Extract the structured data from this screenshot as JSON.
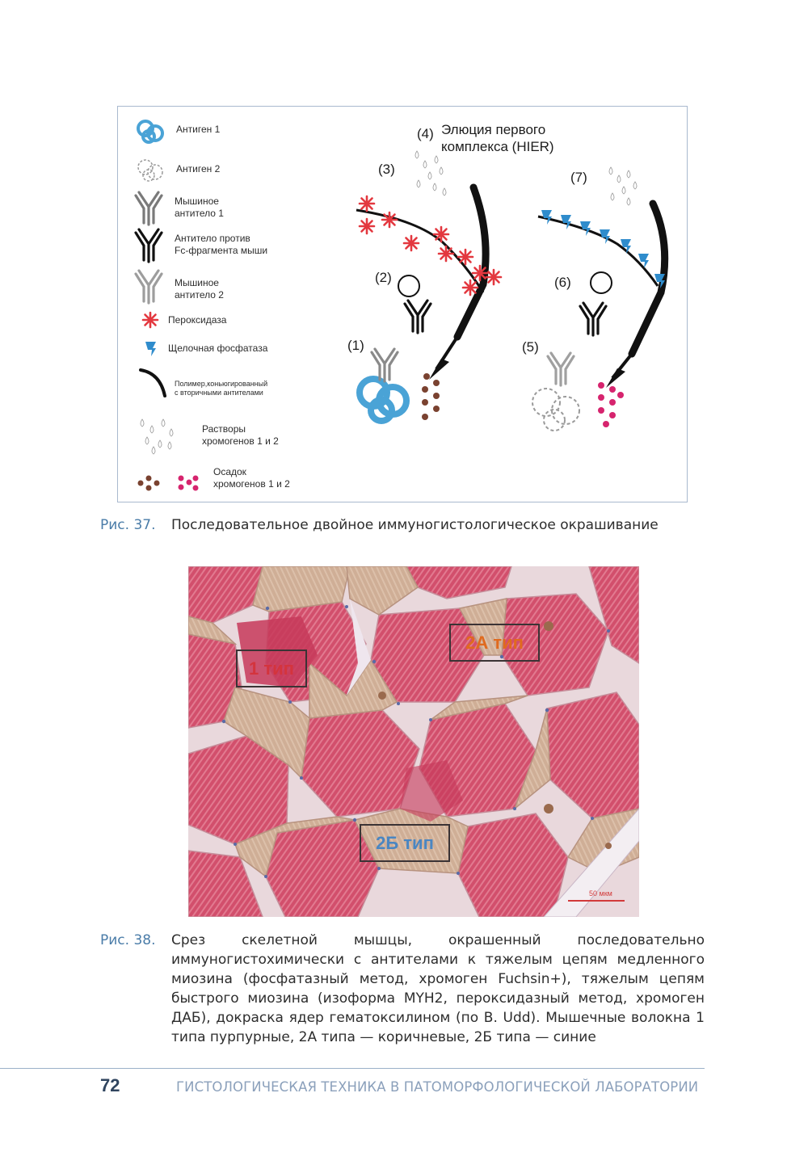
{
  "figure37": {
    "legend": [
      {
        "icon": "antigen-1-icon",
        "label": "Антиген 1"
      },
      {
        "icon": "antigen-2-icon",
        "label": "Антиген 2"
      },
      {
        "icon": "mouse-antibody-1-icon",
        "label": "Мышиное\nантитело 1"
      },
      {
        "icon": "anti-mouse-fc-antibody-icon",
        "label": "Антитело против\nFc-фрагмента мыши"
      },
      {
        "icon": "mouse-antibody-2-icon",
        "label": "Мышиное\nантитело 2"
      },
      {
        "icon": "peroxidase-icon",
        "label": "Пероксидаза"
      },
      {
        "icon": "alkaline-phosphatase-icon",
        "label": "Щелочная фосфатаза"
      },
      {
        "icon": "polymer-icon",
        "label": "Полимер,коньюгированный\nс вторичными антителами"
      },
      {
        "icon": "chromogen-solutions-icon",
        "label": "Растворы\nхромогенов 1 и 2"
      },
      {
        "icon": "chromogen-precipitate-icon",
        "label": "Осадок\nхромогенов 1 и 2"
      }
    ],
    "steps": [
      "(1)",
      "(2)",
      "(3)",
      "(4)",
      "(5)",
      "(6)",
      "(7)"
    ],
    "elution_label": "Элюция первого\nкомплекса (HIER)",
    "colors": {
      "antigen1": "#4aa3d6",
      "peroxidase": "#e3383f",
      "phosphatase": "#2f8ccc",
      "precipitate1": "#7a4230",
      "precipitate2": "#d6246e"
    }
  },
  "caption37": {
    "number": "Рис. 37.",
    "text": "Последовательное двойное иммуногистологическое окрашивание"
  },
  "figure38": {
    "labels": {
      "type1": "1 тип",
      "type2a": "2А тип",
      "type2b": "2Б тип"
    },
    "scale_bar": "50 мкм",
    "colors": {
      "type1": "#c7395a",
      "type2a": "#c9a389",
      "type2b": "#e5b7c3"
    }
  },
  "caption38": {
    "number": "Рис. 38.",
    "text": "Срез скелетной мышцы, окрашенный последовательно иммуногистохимически с антителами к тяжелым цепям медленного миозина (фосфатазный метод, хромоген Fuchsin+), тяжелым цепям быстрого миозина (изоформа MYH2, пероксидазный метод, хромоген ДАБ), докраска ядер гематоксилином (по B. Udd). Мышечные волокна 1 типа пурпурные, 2А типа — коричневые, 2Б типа — синие"
  },
  "footer": {
    "page_number": "72",
    "running_title": "ГИСТОЛОГИЧЕСКАЯ ТЕХНИКА В ПАТОМОРФОЛОГИЧЕСКОЙ ЛАБОРАТОРИИ"
  }
}
